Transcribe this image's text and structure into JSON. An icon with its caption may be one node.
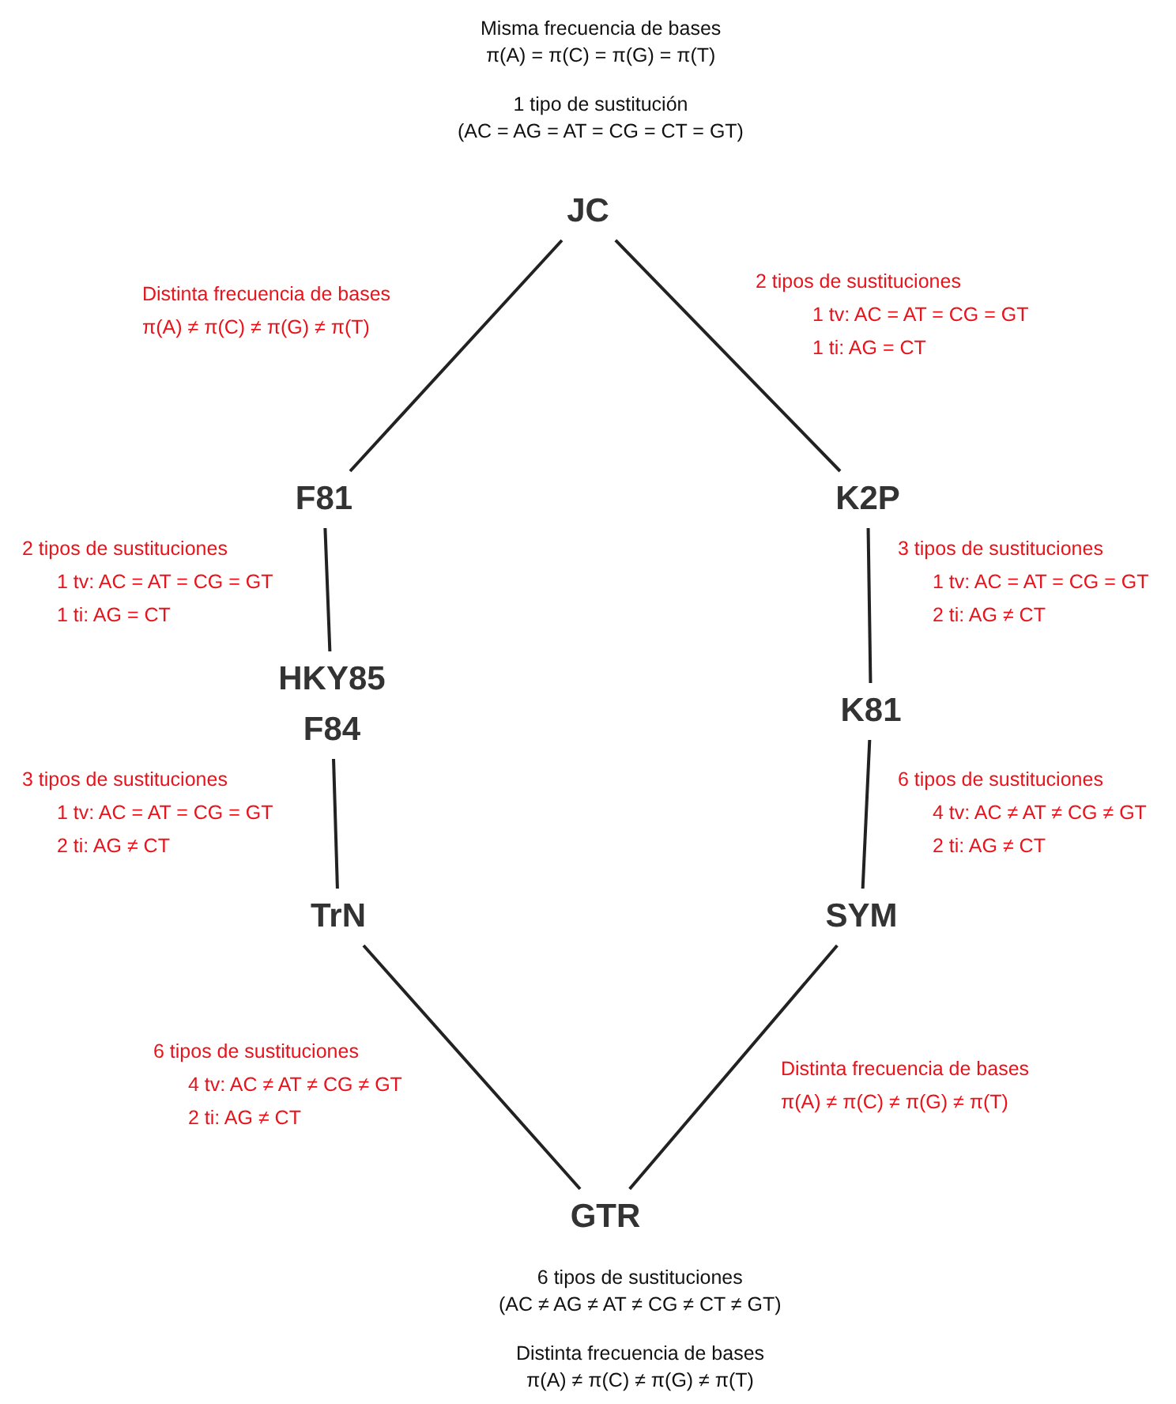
{
  "diagram": {
    "nodes": [
      {
        "text": [
          "JC"
        ],
        "beside": [
          "Misma frecuencia de bases π(A) = π(C) = π(G) = π(T)",
          "1 tipo de sustitución (AC = AG = AT = CG = CT = GT)"
        ]
      },
      {
        "text": [
          "F81"
        ]
      },
      {
        "text": [
          "K2P"
        ]
      },
      {
        "text": [
          "HKY85",
          "F84"
        ]
      },
      {
        "text": [
          "K81"
        ]
      },
      {
        "text": [
          "TrN"
        ]
      },
      {
        "text": [
          "SYM"
        ]
      },
      {
        "text": [
          "GTR"
        ],
        "beside": [
          "6 tipos de sustituciones (AC ≠ AG ≠ AT ≠ CG ≠ CT ≠ GT)",
          "Distinta frecuencia de bases π(A) ≠ π(C) ≠ π(G) ≠ π(T)"
        ]
      }
    ],
    "edges": [
      {
        "from": 0,
        "to": 1,
        "arrow": "none",
        "label": "Distinta frecuencia de bases π(A) ≠ π(C) ≠ π(G) ≠ π(T)"
      },
      {
        "from": 0,
        "to": 2,
        "arrow": "none",
        "label": "2 tipos de sustituciones 1 tv: AC = AT = CG = GT 1 ti: AG = CT"
      },
      {
        "from": 1,
        "to": 3,
        "arrow": "none",
        "label": "2 tipos de sustituciones 1 tv: AC = AT = CG = GT 1 ti: AG = CT"
      },
      {
        "from": 2,
        "to": 4,
        "arrow": "none",
        "label": "3 tipos de sustituciones 1 tv: AC = AT = CG = GT 2 ti: AG ≠ CT"
      },
      {
        "from": 3,
        "to": 5,
        "arrow": "none",
        "label": "3 tipos de sustituciones 1 tv: AC = AT = CG = GT 2 ti: AG ≠ CT"
      },
      {
        "from": 4,
        "to": 6,
        "arrow": "none",
        "label": "6 tipos de sustituciones 4 tv: AC ≠ AT ≠ CG ≠ GT 2 ti: AG ≠ CT"
      },
      {
        "from": 5,
        "to": 7,
        "arrow": "none",
        "label": "6 tipos de sustituciones 4 tv: AC ≠ AT ≠ CG ≠ GT 2 ti: AG ≠ CT"
      },
      {
        "from": 6,
        "to": 7,
        "arrow": "none",
        "label": "Distinta frecuencia de bases π(A) ≠ π(C) ≠ π(G) ≠ π(T)"
      }
    ]
  }
}
